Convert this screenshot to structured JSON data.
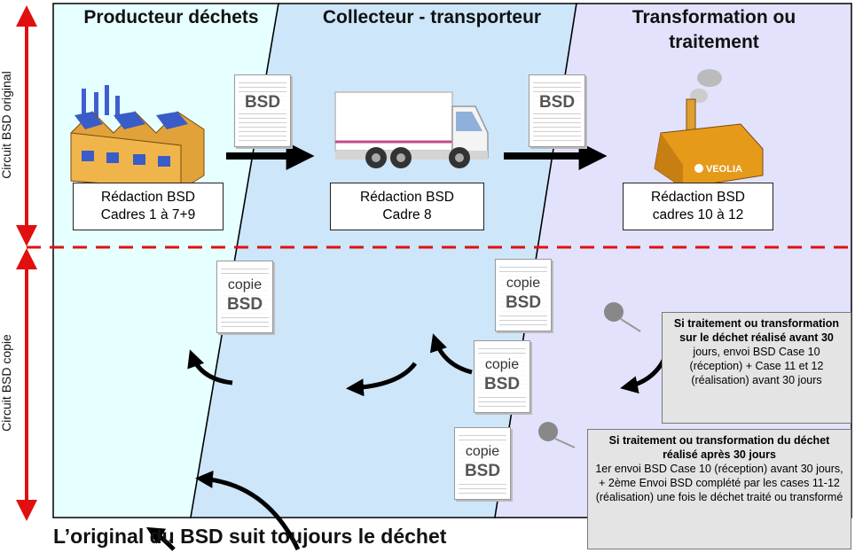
{
  "columns": {
    "producer": "Producteur déchets",
    "collector": "Collecteur - transporteur",
    "transform_line1": "Transformation ou",
    "transform_line2": "traitement"
  },
  "side_labels": {
    "top": "Circuit BSD original",
    "bottom": "Circuit BSD copie"
  },
  "boxes": {
    "producer_l1": "Rédaction BSD",
    "producer_l2": "Cadres 1 à 7+9",
    "collector_l1": "Rédaction BSD",
    "collector_l2": "Cadre 8",
    "transform_l1": "Rédaction BSD",
    "transform_l2": "cadres 10 à 12"
  },
  "documents": {
    "bsd": "BSD",
    "copie": "copie"
  },
  "notes": {
    "before_30_bold": "Si traitement ou transformation sur le déchet réalisé avant 30",
    "before_30_text": "jours, envoi BSD Case 10 (réception) + Case 11 et 12 (réalisation) avant 30 jours",
    "after_30_bold": "Si traitement ou transformation du déchet réalisé après 30 jours",
    "after_30_text1": "1er envoi BSD Case 10 (réception) avant 30 jours,",
    "after_30_text2": "+ 2ème Envoi BSD complété par les cases 11-12 (réalisation) une fois le déchet traité ou transformé"
  },
  "footer": "L’original du BSD suit toujours le déchet",
  "colors": {
    "producer_bg": "#e6ffff",
    "collector_bg": "#cde6fa",
    "transform_bg": "#e2e2fc",
    "red": "#e01010",
    "note_bg": "#e4e4e4"
  },
  "icons": {
    "factory": "factory-icon",
    "truck": "truck-icon",
    "plant": "treatment-plant-icon",
    "magnifier": "magnifier-icon"
  }
}
